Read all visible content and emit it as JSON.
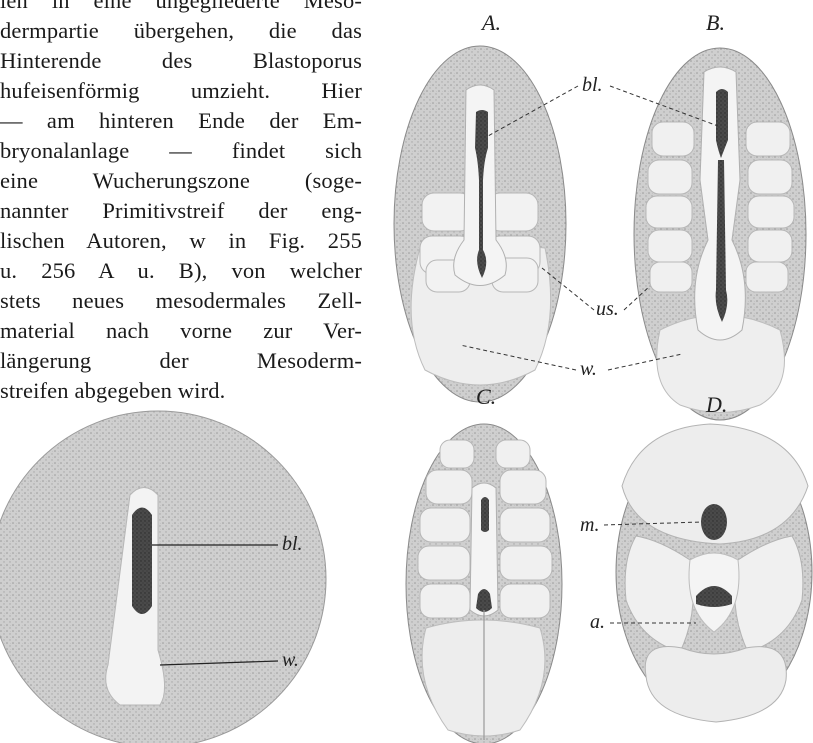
{
  "text_lines": [
    "len in eine ungegliederte Meso-",
    "dermpartie übergehen, die das",
    "Hinterende des Blastoporus",
    "hufeisenförmig umzieht. Hier",
    "— am hinteren Ende der Em-",
    "bryonalanlage — findet sich",
    "eine Wucherungszone (soge-",
    "nannter Primitivstreif der eng-",
    "lischen Autoren, w in Fig. 255",
    "u. 256 A u. B), von welcher",
    "stets neues mesodermales Zell-",
    "material nach vorne zur Ver-",
    "längerung der Mesoderm-",
    "streifen abgegeben wird."
  ],
  "figures": {
    "panels": {
      "a": "A.",
      "b": "B.",
      "c": "C.",
      "d": "D."
    },
    "labels": {
      "bl_top": "bl.",
      "us": "us.",
      "w_top": "w.",
      "m": "m.",
      "a": "a.",
      "bl_left": "bl.",
      "w_left": "w."
    }
  },
  "colors": {
    "stipple": "#c9c9c9",
    "stipple_dark": "#a8a8a8",
    "pale": "#f1f1f1",
    "blastopore": "#3a3a3a",
    "ink": "#2a2a2a"
  }
}
